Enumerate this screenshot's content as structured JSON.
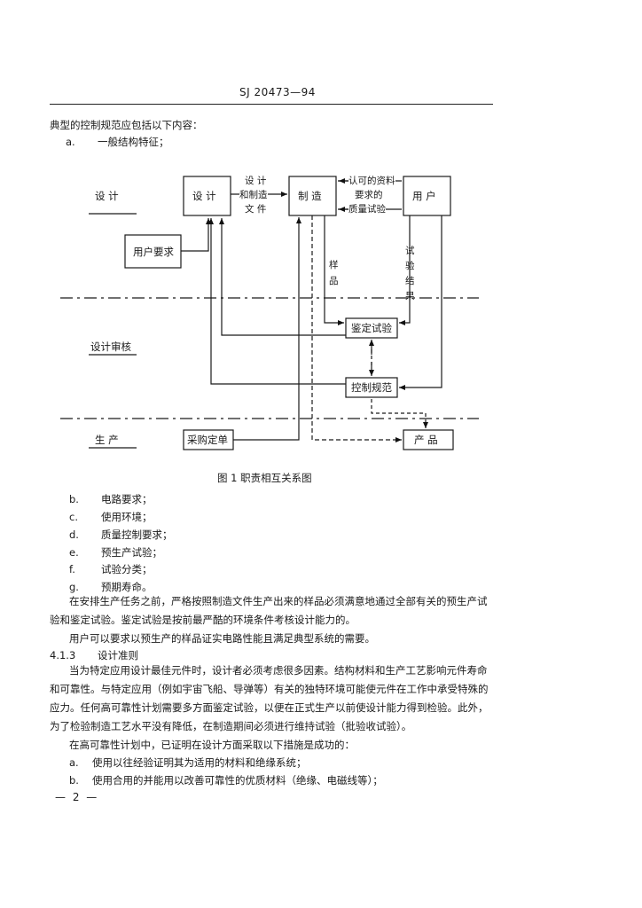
{
  "header": {
    "code": "SJ 20473—94"
  },
  "intro": {
    "line": "典型的控制规范应包括以下内容：",
    "item_a_label": "a.",
    "item_a_text": "一般结构特征；"
  },
  "figure": {
    "zones": {
      "design": "设  计",
      "review": "设计审核",
      "production": "生  产"
    },
    "boxes": {
      "design": "设  计",
      "manufacture": "制  造",
      "user": "用  户",
      "user_req": "用户要求",
      "qual_test": "鉴定试验",
      "control_spec": "控制规范",
      "purchase": "采购定单",
      "product": "产  品"
    },
    "labels": {
      "docs_1": "设  计",
      "docs_2": "和制造",
      "docs_3": "文  件",
      "approved": "认可的资料",
      "required": "要求的",
      "quality": "质量试验",
      "sample_1": "样",
      "sample_2": "品",
      "result_1": "试",
      "result_2": "验",
      "result_3": "结",
      "result_4": "果"
    },
    "caption": "图 1   职责相互关系图"
  },
  "list": [
    {
      "label": "b.",
      "text": "电路要求；"
    },
    {
      "label": "c.",
      "text": "使用环境；"
    },
    {
      "label": "d.",
      "text": "质量控制要求；"
    },
    {
      "label": "e.",
      "text": "预生产试验；"
    },
    {
      "label": "f.",
      "text": "试验分类；"
    },
    {
      "label": "g.",
      "text": "预期寿命。"
    }
  ],
  "para1": "在安排生产任务之前，严格按照制造文件生产出来的样品必须满意地通过全部有关的预生产试验和鉴定试验。鉴定试验是按前最严酷的环境条件考核设计能力的。",
  "para2": "用户可以要求以预生产的样品证实电路性能且满足典型系统的需要。",
  "section": {
    "number": "4.1.3",
    "title": "设计准则"
  },
  "para3": "当为特定应用设计最佳元件时，设计者必须考虑很多因素。结构材料和生产工艺影响元件寿命和可靠性。与特定应用（例如宇宙飞船、导弹等）有关的独特环境可能使元件在工作中承受特殊的应力。任何高可靠性计划需要多方面鉴定试验，以便在正式生产以前使设计能力得到检验。此外，为了检验制造工艺水平没有降低，在制造期间必须进行维持试验（批验收试验）。",
  "para4": "在高可靠性计划中，已证明在设计方面采取以下措施是成功的：",
  "measures": [
    {
      "label": "a.",
      "text": "使用以往经验证明其为适用的材料和绝缘系统；"
    },
    {
      "label": "b.",
      "text": "使用合用的并能用以改善可靠性的优质材料（绝缘、电磁线等）；"
    }
  ],
  "page_number": "— 2 —"
}
